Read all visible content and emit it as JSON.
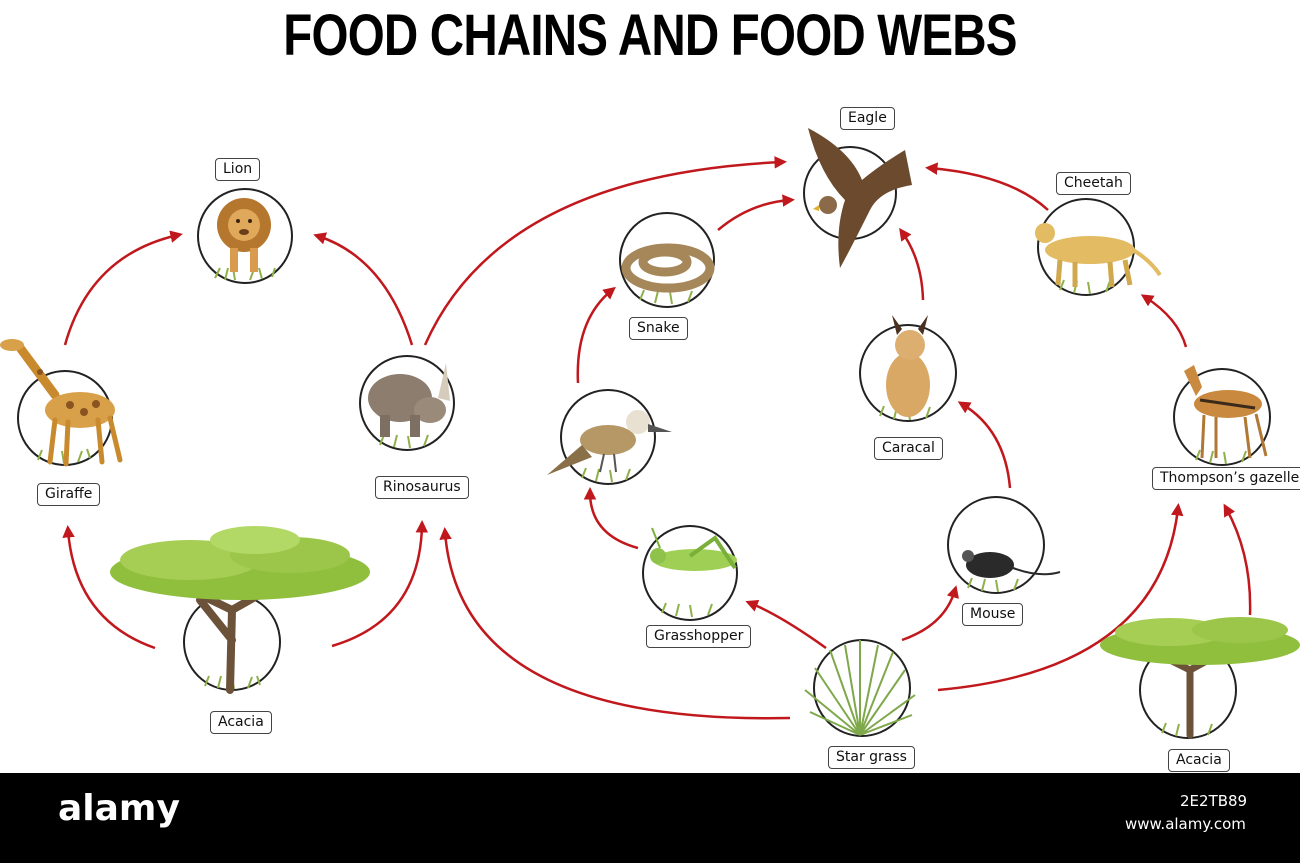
{
  "title": "FOOD CHAINS AND FOOD WEBS",
  "organisms": {
    "lion": "Lion",
    "giraffe": "Giraffe",
    "rinosaurus": "Rinosaurus",
    "acacia_left": "Acacia",
    "eagle": "Eagle",
    "snake": "Snake",
    "grasshopper": "Grasshopper",
    "star_grass": "Star grass",
    "mouse": "Mouse",
    "caracal": "Caracal",
    "cheetah": "Cheetah",
    "gazelle": "Thompson’s gazelle",
    "acacia_right": "Acacia"
  },
  "feeding_links": [
    {
      "from": "Giraffe",
      "to": "Lion"
    },
    {
      "from": "Rinosaurus",
      "to": "Lion"
    },
    {
      "from": "Acacia",
      "to": "Giraffe"
    },
    {
      "from": "Acacia",
      "to": "Rinosaurus"
    },
    {
      "from": "Rinosaurus",
      "to": "Eagle"
    },
    {
      "from": "Star grass",
      "to": "Rinosaurus"
    },
    {
      "from": "Star grass",
      "to": "Grasshopper"
    },
    {
      "from": "Grasshopper",
      "to": "bird"
    },
    {
      "from": "bird",
      "to": "Snake"
    },
    {
      "from": "Snake",
      "to": "Eagle"
    },
    {
      "from": "Star grass",
      "to": "Mouse"
    },
    {
      "from": "Mouse",
      "to": "Caracal"
    },
    {
      "from": "Caracal",
      "to": "Eagle"
    },
    {
      "from": "Star grass",
      "to": "Thompson’s gazelle"
    },
    {
      "from": "Acacia",
      "to": "Thompson’s gazelle"
    },
    {
      "from": "Thompson’s gazelle",
      "to": "Cheetah"
    },
    {
      "from": "Cheetah",
      "to": "Eagle"
    }
  ],
  "colors": {
    "arrow": "#c0181c",
    "tree_canopy": "#8fbf3c",
    "tree_trunk": "#6b5238",
    "grass": "#8fb04a"
  },
  "footer": {
    "brand": "alamy",
    "code": "2E2TB89",
    "url": "www.alamy.com"
  }
}
